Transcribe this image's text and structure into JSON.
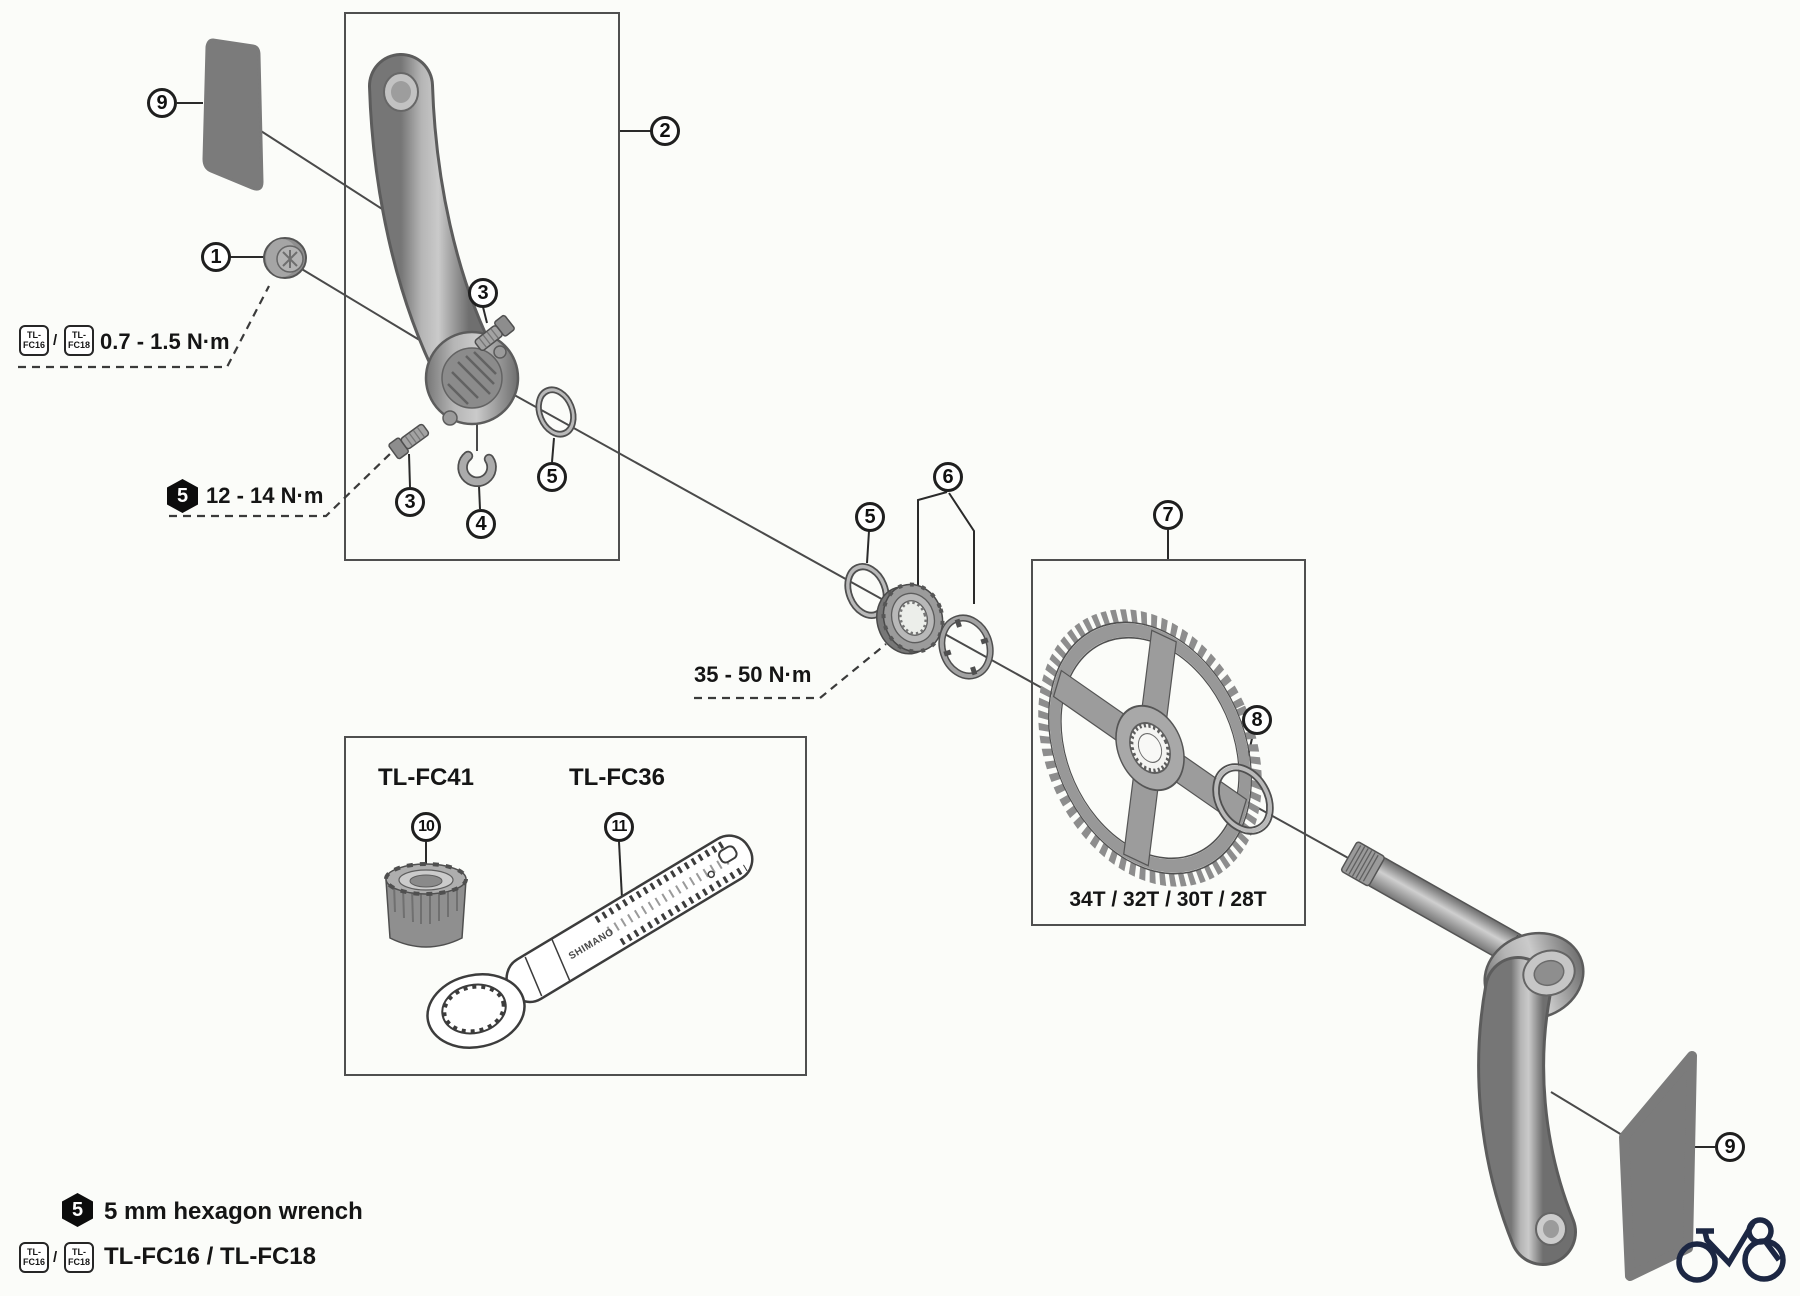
{
  "diagram": {
    "callouts": [
      {
        "n": "9"
      },
      {
        "n": "1"
      },
      {
        "n": "2"
      },
      {
        "n": "3"
      },
      {
        "n": "3"
      },
      {
        "n": "4"
      },
      {
        "n": "5"
      },
      {
        "n": "5"
      },
      {
        "n": "6"
      },
      {
        "n": "7"
      },
      {
        "n": "8"
      },
      {
        "n": "9"
      },
      {
        "n": "10"
      },
      {
        "n": "11"
      }
    ],
    "torque": {
      "cap": "0.7 - 1.5 N·m",
      "pinch_bolts": "12 - 14 N·m",
      "lockring": "35 - 50 N·m"
    },
    "hex_key_size": "5",
    "tool_tags": {
      "fc16_top": "TL-",
      "fc16_bottom": "FC16",
      "fc18_top": "TL-",
      "fc18_bottom": "FC18",
      "separator": "/"
    },
    "tools": {
      "lockring_tool": "TL-FC41",
      "wrench_tool": "TL-FC36",
      "brand": "SHIMANO"
    },
    "chainring_options": "34T / 32T / 30T / 28T",
    "notes": {
      "hex_wrench": "5 mm hexagon wrench",
      "cap_tools": "TL-FC16 / TL-FC18"
    },
    "colors": {
      "line": "#3d3d3d",
      "part_gray": "#9a9a9a",
      "pad_gray": "#7b7b7b",
      "logo_navy": "#1c2743"
    }
  }
}
